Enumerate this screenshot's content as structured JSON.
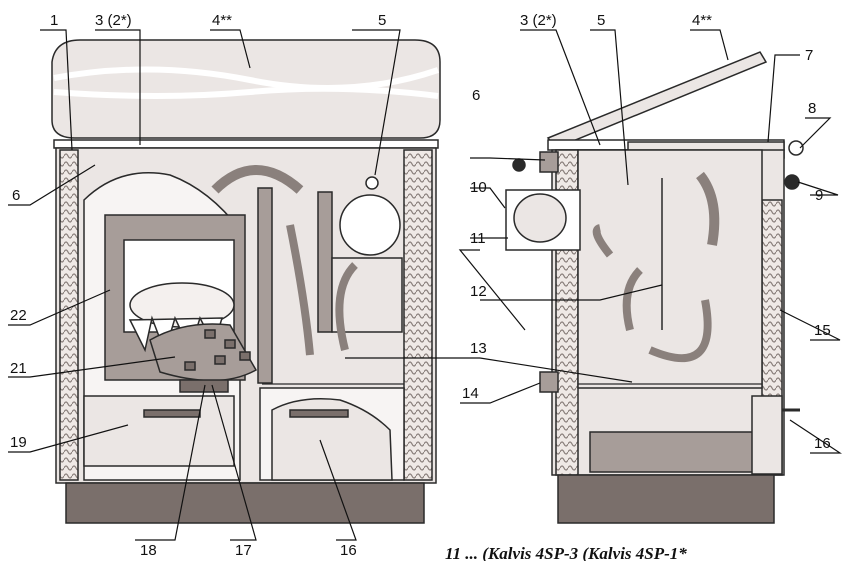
{
  "labels": {
    "l1": "1",
    "l3": "3 (2*)",
    "l4": "4**",
    "l5": "5",
    "l6": "6",
    "l7": "7",
    "l8": "8",
    "l9": "9",
    "l10": "10",
    "l11": "11",
    "l12": "12",
    "l13": "13",
    "l14": "14",
    "l15": "15",
    "l16": "16",
    "l17": "17",
    "l18": "18",
    "l19": "19",
    "l21": "21",
    "l22": "22"
  },
  "caption": "11 ... (Kalvis 4SP-3 (Kalvis 4SP-1*",
  "colors": {
    "body": "#ebe6e4",
    "outline": "#2a2a2a",
    "base": "#7a6f6b",
    "insulation": "#b5aca8",
    "dark_panel": "#a79d99",
    "glass": "#d8d2cf",
    "fire": "#f4f0ee"
  }
}
